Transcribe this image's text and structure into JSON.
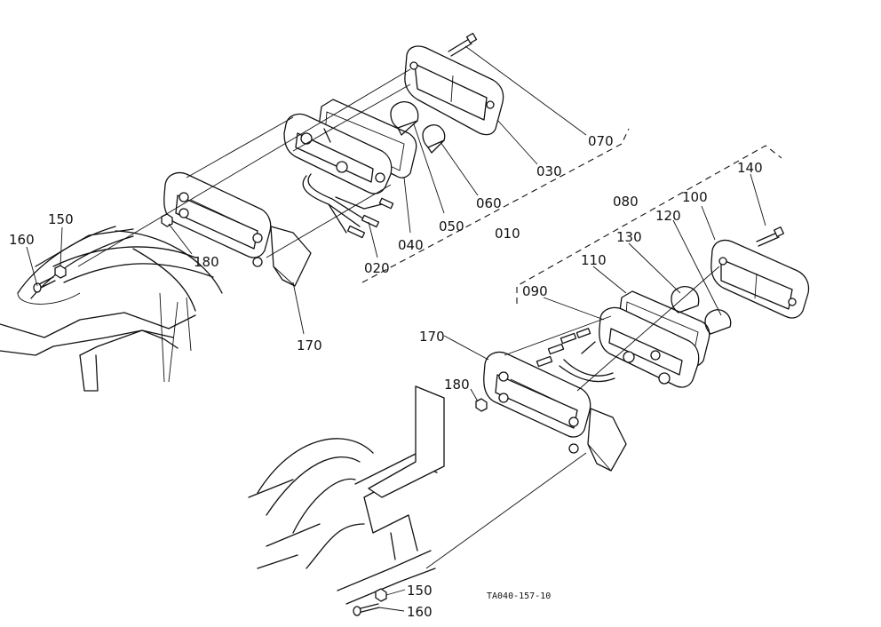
{
  "diagram_code": "TA040-157-10",
  "labels": [
    {
      "id": "070"
    },
    {
      "id": "030"
    },
    {
      "id": "060"
    },
    {
      "id": "050"
    },
    {
      "id": "010"
    },
    {
      "id": "040"
    },
    {
      "id": "020"
    },
    {
      "id": "150"
    },
    {
      "id": "160"
    },
    {
      "id": "180"
    },
    {
      "id": "170"
    },
    {
      "id": "140"
    },
    {
      "id": "100"
    },
    {
      "id": "080"
    },
    {
      "id": "120"
    },
    {
      "id": "130"
    },
    {
      "id": "110"
    },
    {
      "id": "090"
    },
    {
      "id": "170"
    },
    {
      "id": "180"
    },
    {
      "id": "150"
    },
    {
      "id": "160"
    }
  ]
}
